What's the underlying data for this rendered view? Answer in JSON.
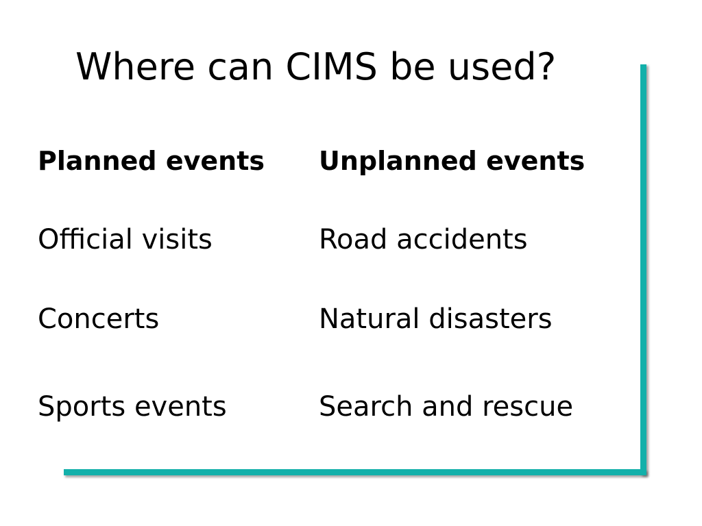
{
  "slide": {
    "title": "Where can CIMS be used?",
    "accent_color": "#12b0aa",
    "columns": [
      {
        "header": "Planned events",
        "items": [
          "Official visits",
          "Concerts",
          "Sports events"
        ]
      },
      {
        "header": "Unplanned events",
        "items": [
          "Road accidents",
          "Natural disasters",
          "Search and rescue"
        ]
      }
    ]
  }
}
